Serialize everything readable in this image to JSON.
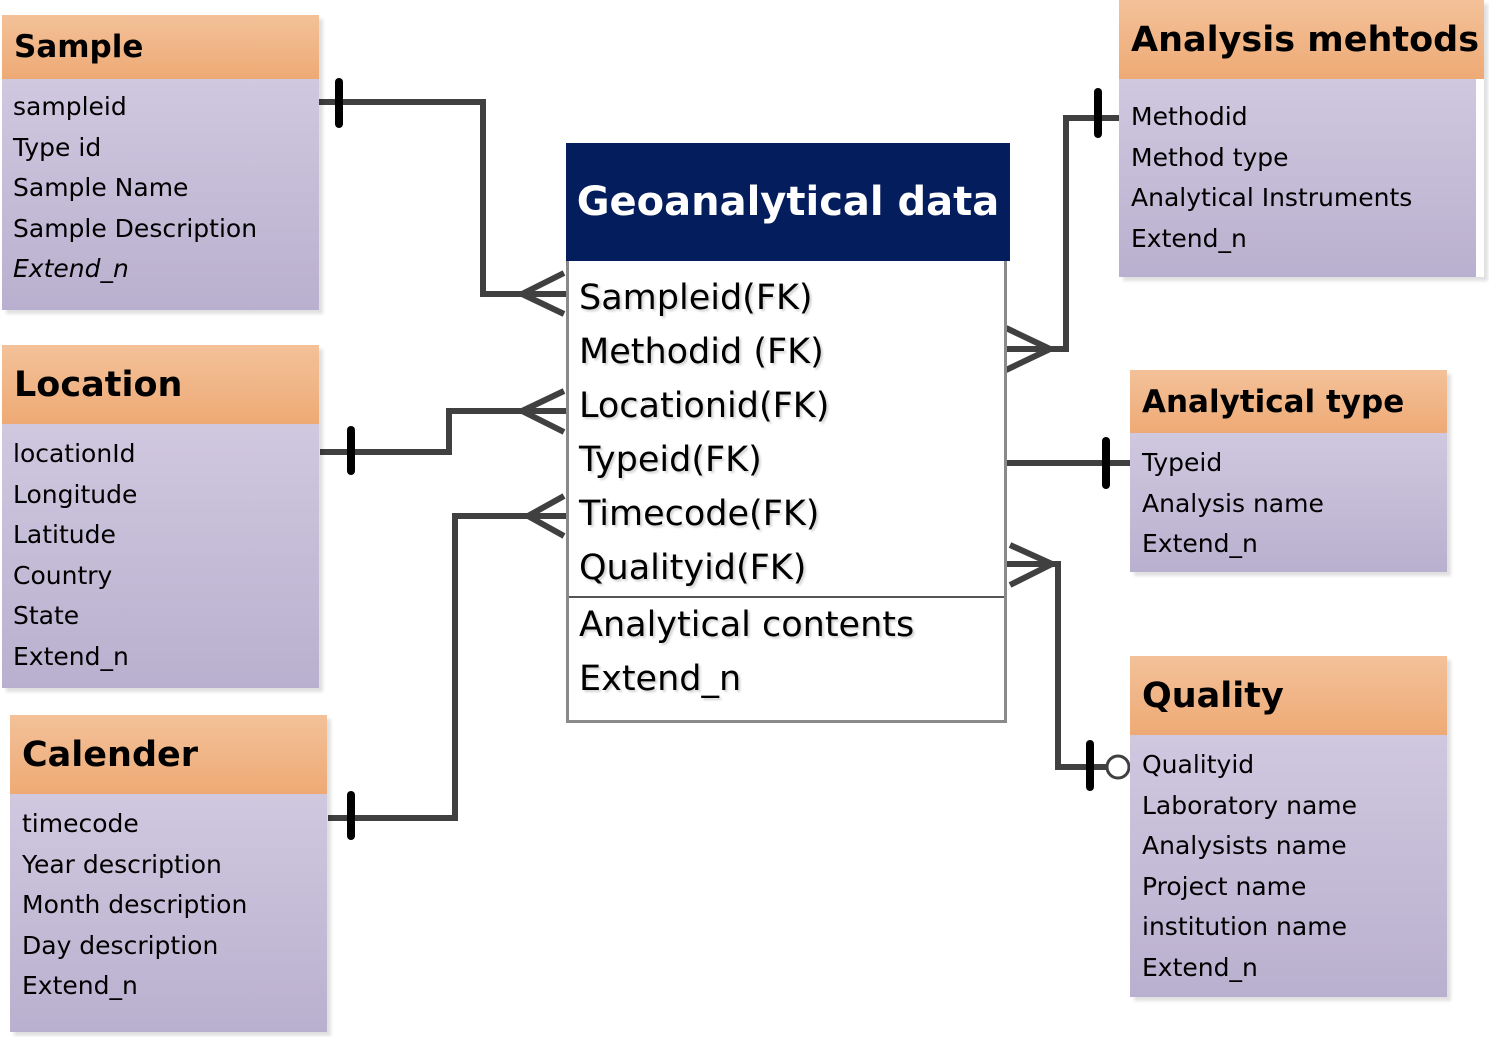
{
  "diagram": {
    "central": {
      "title": "Geoanalytical data",
      "foreign_keys": [
        "Sampleid(FK)",
        "Methodid (FK)",
        "Locationid(FK)",
        "Typeid(FK)",
        "Timecode(FK)",
        "Qualityid(FK)"
      ],
      "attributes": [
        "Analytical contents",
        "Extend_n"
      ]
    },
    "entities": {
      "sample": {
        "title": "Sample",
        "fields": [
          "sampleid",
          "Type id",
          "Sample Name",
          "Sample Description"
        ],
        "last_field": "Extend_n"
      },
      "location": {
        "title": "Location",
        "fields": [
          "locationId",
          "Longitude",
          "Latitude",
          "Country",
          "State",
          "Extend_n"
        ]
      },
      "calender": {
        "title": "Calender",
        "fields": [
          "timecode",
          "Year description",
          "Month description",
          "Day description",
          "Extend_n"
        ]
      },
      "analysis_methods": {
        "title": "Analysis mehtods",
        "fields": [
          "Methodid",
          "Method type",
          "Analytical Instruments",
          "Extend_n"
        ]
      },
      "analytical_type": {
        "title": "Analytical type",
        "fields": [
          "Typeid",
          "Analysis name",
          "Extend_n"
        ]
      },
      "quality": {
        "title": "Quality",
        "fields": [
          "Qualityid",
          "Laboratory name",
          "Analysists name",
          "Project name",
          "institution name",
          "Extend_n"
        ]
      }
    },
    "relationships": [
      {
        "from": "Sample.sampleid",
        "to": "Geoanalytical data.Sampleid(FK)",
        "type": "one-to-many"
      },
      {
        "from": "Location.locationId",
        "to": "Geoanalytical data.Locationid(FK)",
        "type": "one-to-many"
      },
      {
        "from": "Calender.timecode",
        "to": "Geoanalytical data.Timecode(FK)",
        "type": "one-to-many"
      },
      {
        "from": "Analysis mehtods.Methodid",
        "to": "Geoanalytical data.Methodid (FK)",
        "type": "one-to-many"
      },
      {
        "from": "Analytical type.Typeid",
        "to": "Geoanalytical data.Typeid(FK)",
        "type": "one-to-one"
      },
      {
        "from": "Quality.Qualityid",
        "to": "Geoanalytical data.Qualityid(FK)",
        "type": "zero-or-one-to-many"
      }
    ],
    "colors": {
      "header_orange": "#eeaa75",
      "body_lavender": "#c5bdd8",
      "central_header": "#041d5c",
      "connector": "#404040"
    }
  }
}
